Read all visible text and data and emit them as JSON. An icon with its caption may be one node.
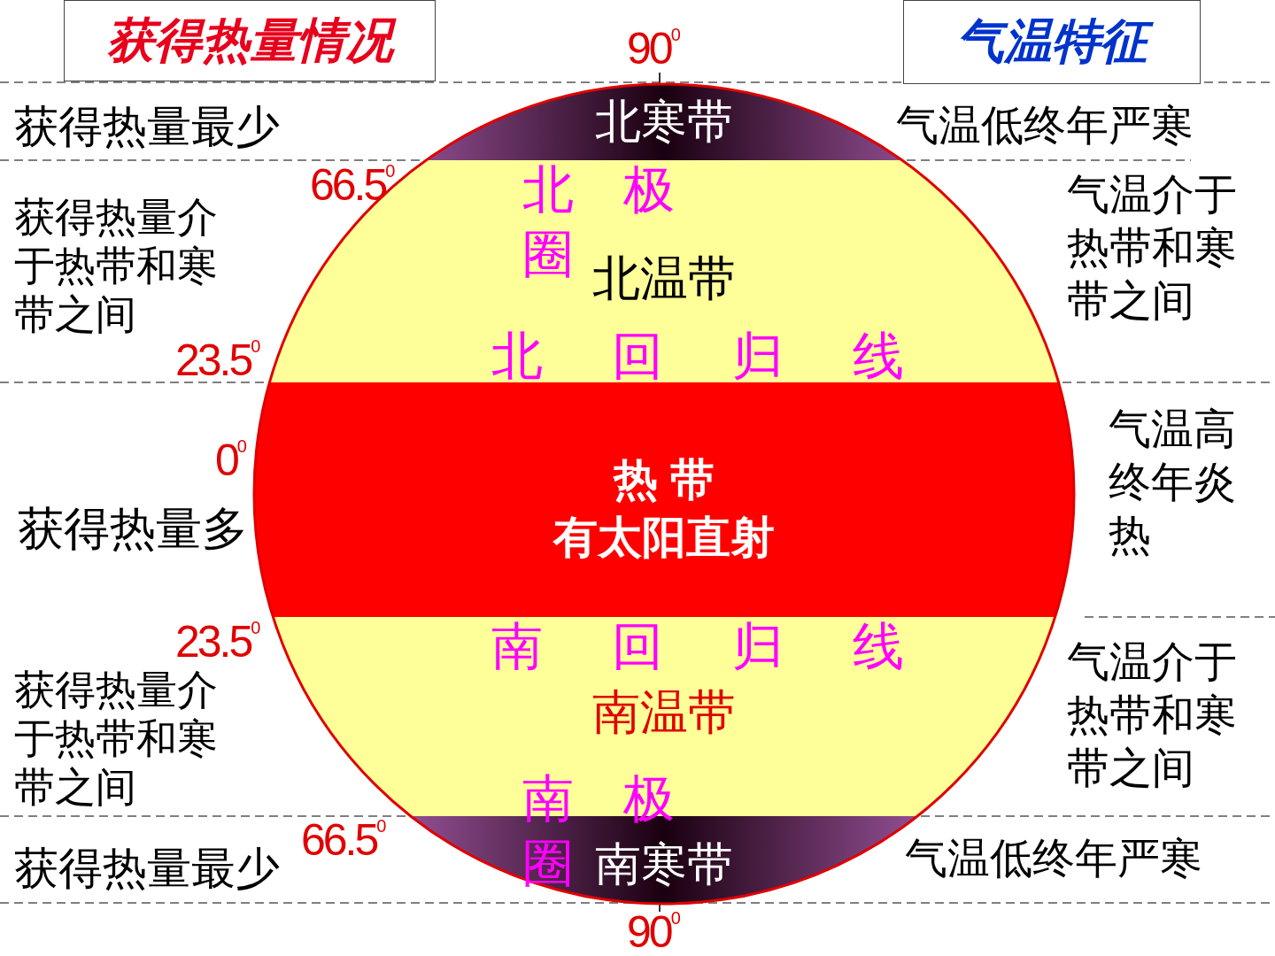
{
  "diagram": {
    "nodes": [
      {
        "text": [
          "获得热量情况"
        ]
      },
      {
        "text": [
          "气温特征"
        ]
      },
      {
        "text": [
          "北寒带"
        ]
      },
      {
        "text": [
          "北温带"
        ]
      },
      {
        "text": [
          "热 带",
          "有太阳直射"
        ]
      },
      {
        "text": [
          "南温带"
        ]
      },
      {
        "text": [
          "南寒带"
        ]
      }
    ],
    "labels": [
      "90$^{0}$",
      "获得热量最少",
      "气温低终年严寒",
      "66.5$^{0}$",
      "获得热量介于热带和寒带之间",
      "北 极圈",
      "气温介于热带和寒带之间",
      "23.5$^{0}$",
      "北 回 归 线",
      "气温高终年炎热",
      "0$^{0}$",
      "获得热量多",
      "23.5$^{0}$",
      "南 回 归 线",
      "获得热量介于热带和寒带之间",
      "气温介于热带和寒带之间",
      "南 极圈",
      "66.5$^{0}$",
      "获得热量最少",
      "气温低终年严寒",
      "90$^{0}$"
    ]
  }
}
